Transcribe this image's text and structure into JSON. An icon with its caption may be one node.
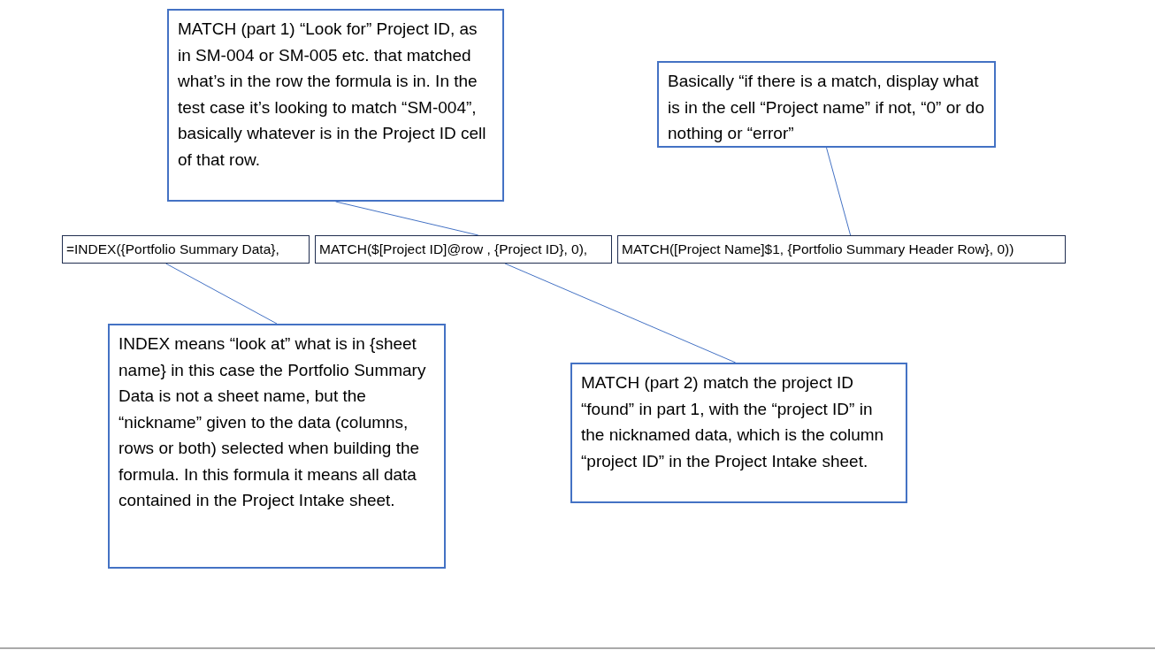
{
  "diagram": {
    "nodes": [
      {
        "text": [
          "MATCH (part 1) “Look for” Project ID, as in SM-004 or SM-005 etc. that matched what’s in the row the formula is in.  In the test case it’s looking to match “SM-004”, basically whatever is in the Project ID cell of that row."
        ]
      },
      {
        "text": [
          "Basically “if there is a match, display what is in the cell “Project name” if not, “0” or do nothing or “error”"
        ]
      },
      {
        "text": [
          "=INDEX({Portfolio Summary Data},"
        ]
      },
      {
        "text": [
          "MATCH($[Project ID]@row  , {Project ID}, 0),"
        ]
      },
      {
        "text": [
          "MATCH([Project Name]$1, {Portfolio Summary Header Row}, 0))"
        ]
      },
      {
        "text": [
          "INDEX means “look at” what is in {sheet name} in this case the Portfolio Summary Data is not a sheet name, but the “nickname” given to the data (columns, rows or both) selected when building the formula.  In this formula it means all data contained in the Project Intake sheet."
        ]
      },
      {
        "text": [
          "MATCH (part 2) match the project ID “found” in part 1, with the “project ID” in the nicknamed data, which is the column “project ID” in the Project Intake sheet."
        ]
      }
    ],
    "edges": [
      {
        "from": 0,
        "to": 3,
        "arrow": "none"
      },
      {
        "from": 1,
        "to": 4,
        "arrow": "none"
      },
      {
        "from": 5,
        "to": 2,
        "arrow": "none"
      },
      {
        "from": 6,
        "to": 3,
        "arrow": "none"
      }
    ]
  }
}
